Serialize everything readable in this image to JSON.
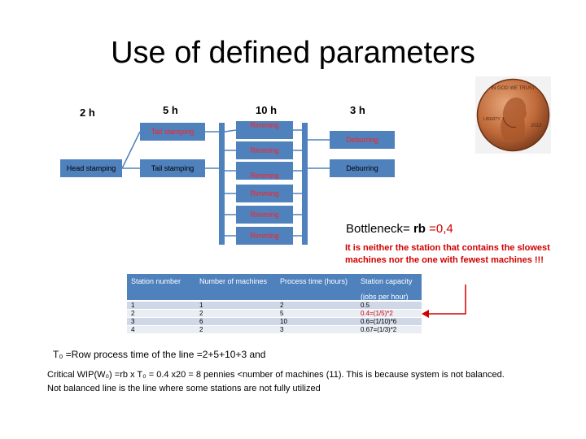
{
  "title": "Use of defined parameters",
  "times": [
    "2 h",
    "5 h",
    "10 h",
    "3 h"
  ],
  "stations": {
    "head_stamping": "Head stamping",
    "tail_stamping": [
      "Tail stamping",
      "Tail stamping"
    ],
    "rimming": [
      "Rimming",
      "Rimming",
      "Rimming",
      "Rimming",
      "Rimming",
      "Rimming"
    ],
    "deburring": [
      "Deburring",
      "Deburring"
    ]
  },
  "penny": {
    "top_text": "IN GOD WE TRUST",
    "liberty": "LIBERTY",
    "year": "2013"
  },
  "bottleneck": {
    "label": "Bottleneck= ",
    "rb": "rb",
    "value": " =0,4"
  },
  "note": "It is neither the station that contains the slowest machines nor the one with fewest machines !!!",
  "table": {
    "headers": [
      "Station number",
      "Number of machines",
      "Process time (hours)",
      "Station capacity"
    ],
    "capacity_unit": "(jobs per hour)",
    "rows": [
      [
        "1",
        "1",
        "2",
        "0.5"
      ],
      [
        "2",
        "2",
        "5",
        "0.4=(1/5)*2"
      ],
      [
        "3",
        "6",
        "10",
        "0.6=(1/10)*6"
      ],
      [
        "4",
        "2",
        "3",
        "0.67=(1/3)*2"
      ]
    ]
  },
  "t0_line": "T₀ =Row process time of the line =2+5+10+3 and",
  "wip_line": "Critical WIP(W₀) =rb x T₀ = 0.4 x20 = 8 pennies <number of machines (11). This is because system is not balanced.",
  "balanced_line": "Not balanced line is the line where some stations are not fully utilized",
  "colors": {
    "box": "#4f81bd",
    "row_light": "#e9edf4",
    "row_dark": "#d0d8e8",
    "accent_red": "#d00000"
  }
}
